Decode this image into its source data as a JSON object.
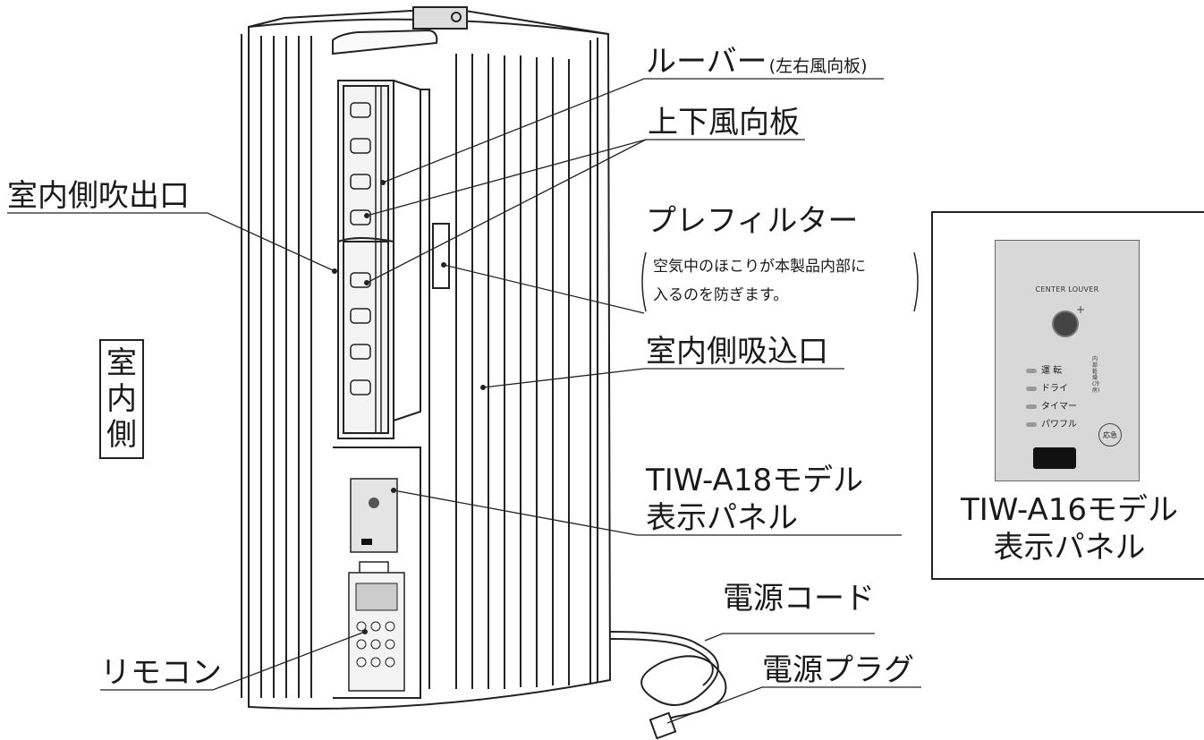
{
  "labels": {
    "louver": "ルーバー",
    "louver_note": "(左右風向板)",
    "updown_vane": "上下風向板",
    "indoor_outlet": "室内側吹出口",
    "prefilter": "プレフィルター",
    "prefilter_note_1": "空気中のほこりが本製品内部に",
    "prefilter_note_2": "入るのを防ぎます。",
    "indoor_inlet": "室内側吸込口",
    "a18_panel_1": "TIW-A18モデル",
    "a18_panel_2": "表示パネル",
    "remote": "リモコン",
    "power_cord": "電源コード",
    "power_plug": "電源プラグ",
    "indoor_side_1": "室",
    "indoor_side_2": "内",
    "indoor_side_3": "側"
  },
  "inset": {
    "panel_title": "CENTER LOUVER",
    "indicators": [
      "運 転",
      "ドライ",
      "タイマー",
      "パワフル"
    ],
    "run_sub_1": "内部乾燥",
    "run_sub_2": "(冷房)",
    "emergency": "応急",
    "caption_1": "TIW-A16モデル",
    "caption_2": "表示パネル"
  }
}
